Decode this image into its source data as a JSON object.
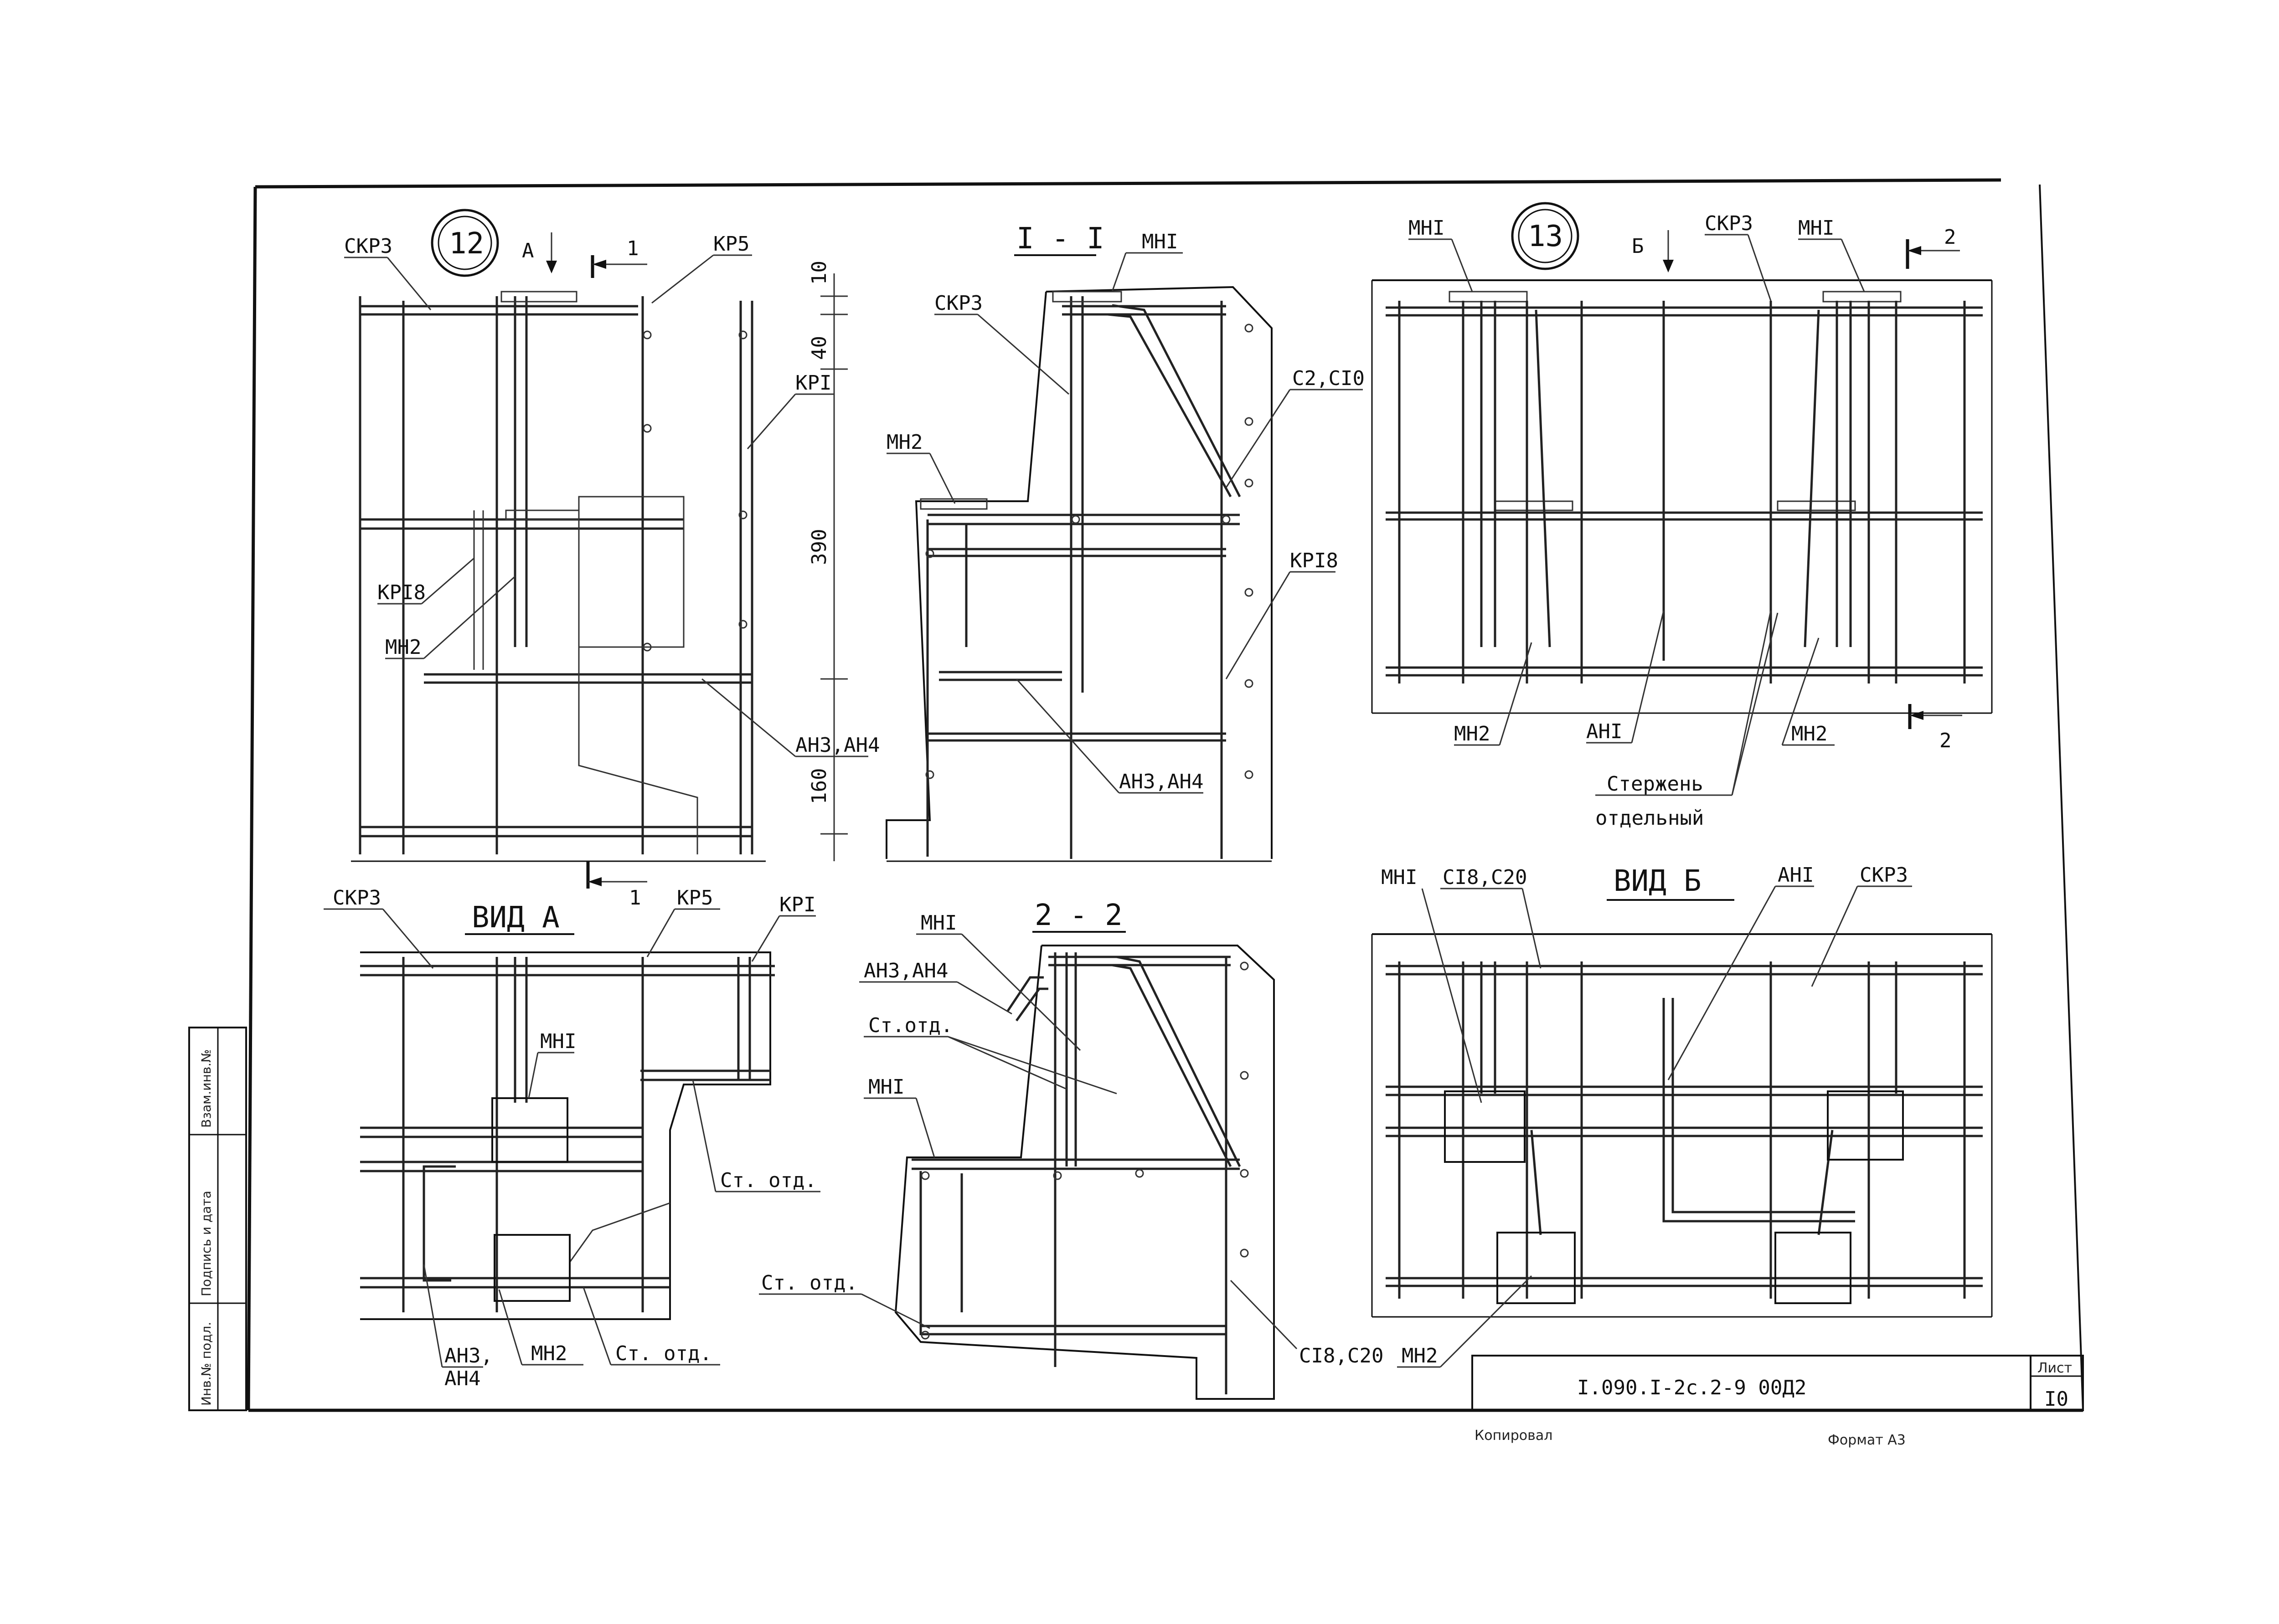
{
  "drawing": {
    "detail_12": {
      "number": "12",
      "view_marker": "А",
      "section_marker": "1"
    },
    "detail_13": {
      "number": "13",
      "view_marker": "Б",
      "section_marker": "2"
    },
    "labels_12": {
      "skr3": "СКР3",
      "kr5": "КР5",
      "kr1": "КРI",
      "kr18": "КРI8",
      "mn2": "МН2",
      "an34": "АН3,АН4",
      "dim10": "10",
      "dim40": "40",
      "dim390": "390",
      "dim160": "160",
      "sec_mark_bottom": "1"
    },
    "labels_1_1": {
      "title": "I - I",
      "mn1": "МНI",
      "skr3": "СКР3",
      "c2c10": "С2,СI0",
      "mn2": "МН2",
      "kr18": "КРI8",
      "an34": "АН3,АН4"
    },
    "labels_13": {
      "mn1_left": "МНI",
      "skr3": "СКР3",
      "mn1_right": "МНI",
      "sec_mark_top": "2",
      "mn2_left": "МН2",
      "an1": "АНI",
      "mn2_right": "МН2",
      "sec_mark_bottom": "2",
      "rod_line1": "Стержень",
      "rod_line2": "отдельный"
    },
    "labels_vid_a": {
      "title": "ВИД А",
      "skr3": "СКР3",
      "kr5": "КР5",
      "kr1": "КРI",
      "mn1": "МНI",
      "st_otd_right": "Ст. отд.",
      "an3": "АН3,",
      "an4": "АН4",
      "mn2": "МН2",
      "st_otd_bottom": "Ст. отд."
    },
    "labels_2_2": {
      "title": "2 - 2",
      "mn1_top": "МНI",
      "an34": "АН3,АН4",
      "st_otd": "Ст.отд.",
      "mn1_left": "МНI",
      "st_otd_left": "Ст. отд.",
      "c18c20": "СI8,С20"
    },
    "labels_vid_b": {
      "title": "ВИД Б",
      "mn1": "МНI",
      "c18c20": "СI8,С20",
      "an1": "АНI",
      "skr3": "СКР3",
      "mn2": "МН2"
    }
  },
  "side_stamp": {
    "col1": "Инв.№ подл.",
    "col2": "Подпись и дата",
    "col3": "Взам.инв.№"
  },
  "title_block": {
    "code": "I.090.I-2с.2-9 00Д2",
    "sheet_label": "Лист",
    "sheet_number": "I0"
  },
  "footer": {
    "copied": "Копировал",
    "format": "Формат А3"
  }
}
